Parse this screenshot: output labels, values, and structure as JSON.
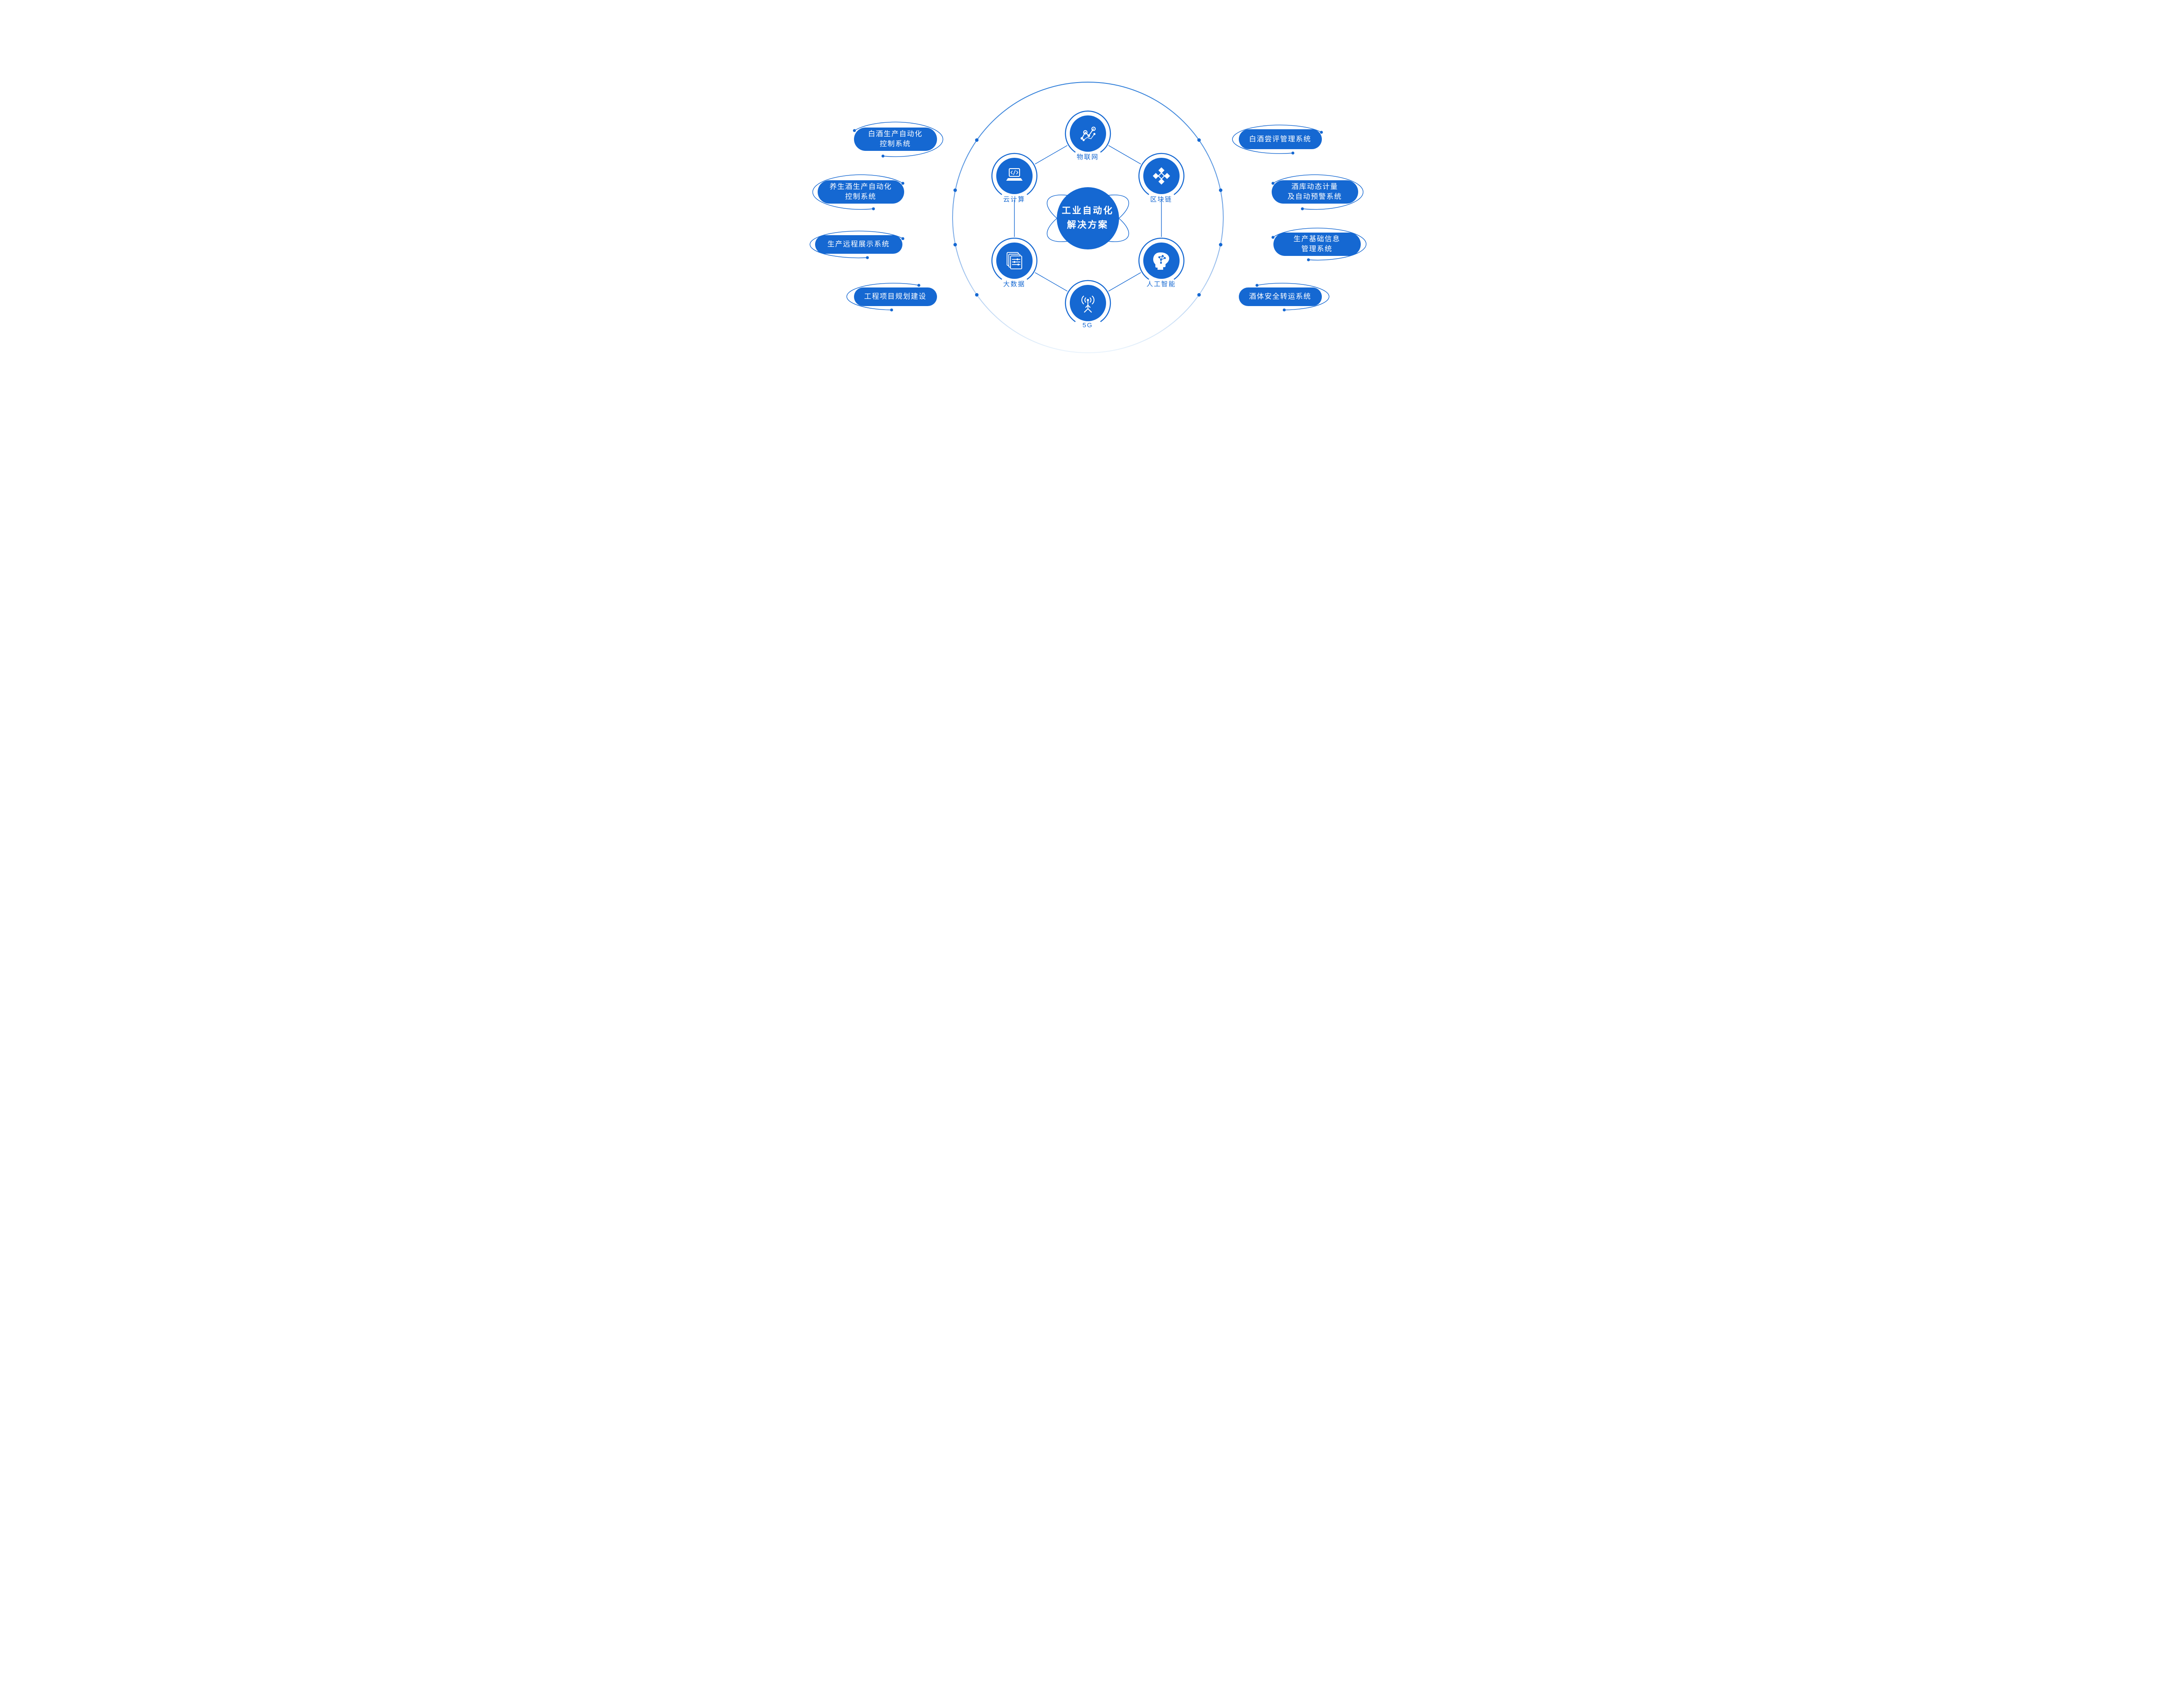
{
  "title": "工业自动化解决方案",
  "colors": {
    "primary": "#1568d2",
    "circle_fade_bottom": "#e9f3fc",
    "text_on_blue": "#ffffff"
  },
  "center": {
    "title_line1": "工业自动化",
    "title_line2": "解决方案"
  },
  "nodes": [
    {
      "label": "物联网",
      "icon": "iot-network-icon"
    },
    {
      "label": "区块链",
      "icon": "blockchain-blocks-icon"
    },
    {
      "label": "人工智能",
      "icon": "ai-head-icon"
    },
    {
      "label": "5G",
      "icon": "antenna-5g-icon"
    },
    {
      "label": "大数据",
      "icon": "bigdata-files-icon"
    },
    {
      "label": "云计算",
      "icon": "cloud-laptop-icon"
    }
  ],
  "left_items": [
    {
      "label_lines": [
        "白酒生产自动化",
        "控制系统"
      ]
    },
    {
      "label_lines": [
        "养生酒生产自动化",
        "控制系统"
      ]
    },
    {
      "label_lines": [
        "生产远程展示系统"
      ]
    },
    {
      "label_lines": [
        "工程项目规划建设"
      ]
    }
  ],
  "right_items": [
    {
      "label_lines": [
        "白酒尝评管理系统"
      ]
    },
    {
      "label_lines": [
        "酒库动态计量",
        "及自动预警系统"
      ]
    },
    {
      "label_lines": [
        "生产基础信息",
        "管理系统"
      ]
    },
    {
      "label_lines": [
        "酒体安全转运系统"
      ]
    }
  ]
}
